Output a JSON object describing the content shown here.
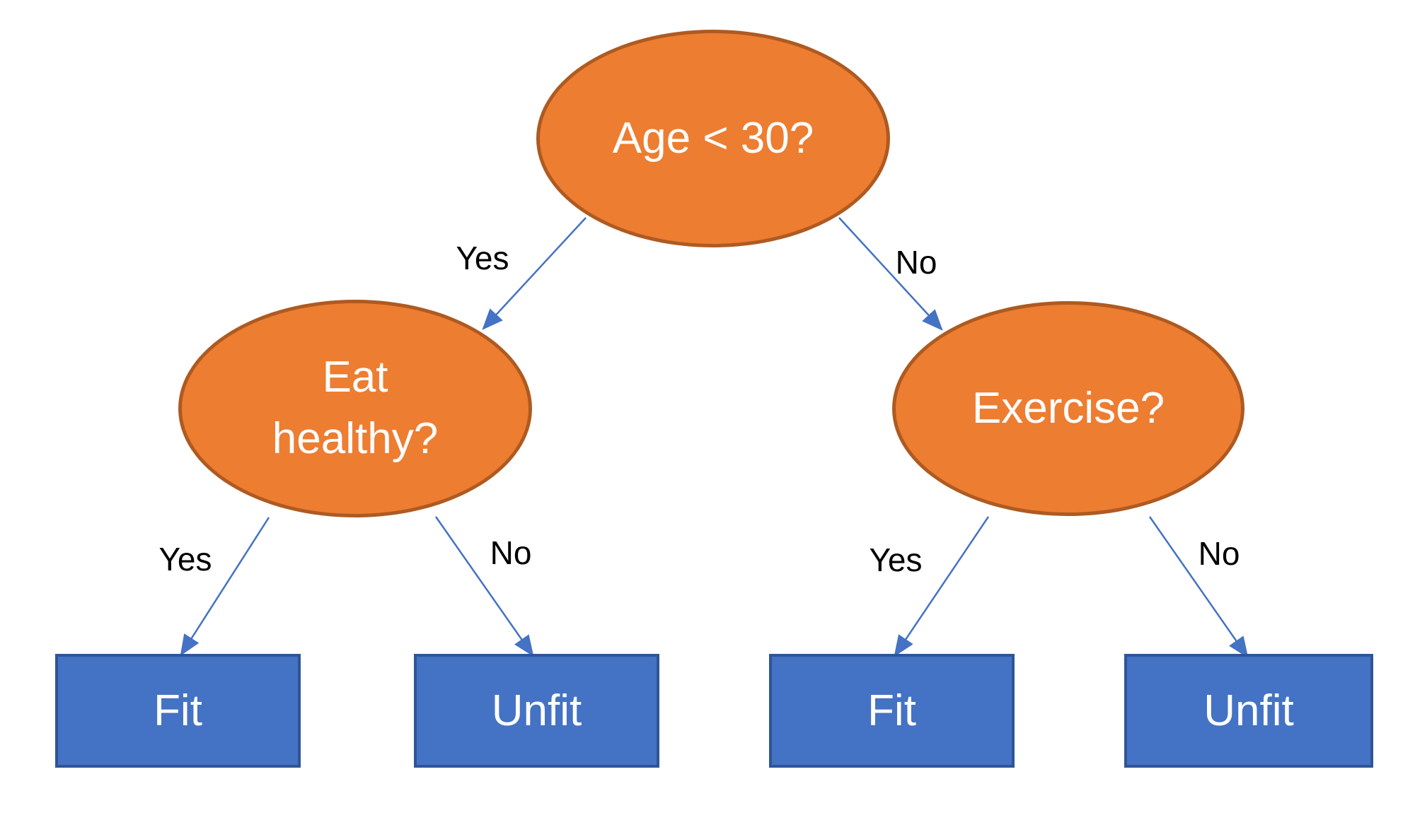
{
  "diagram": {
    "type": "decision-tree",
    "nodes": [
      {
        "id": "root",
        "shape": "ellipse",
        "label": "Age < 30?"
      },
      {
        "id": "eat",
        "shape": "ellipse",
        "label": "Eat healthy?"
      },
      {
        "id": "exercise",
        "shape": "ellipse",
        "label": "Exercise?"
      },
      {
        "id": "fit1",
        "shape": "rect",
        "label": "Fit"
      },
      {
        "id": "unfit1",
        "shape": "rect",
        "label": "Unfit"
      },
      {
        "id": "fit2",
        "shape": "rect",
        "label": "Fit"
      },
      {
        "id": "unfit2",
        "shape": "rect",
        "label": "Unfit"
      }
    ],
    "edges": [
      {
        "from": "root",
        "to": "eat",
        "label": "Yes"
      },
      {
        "from": "root",
        "to": "exercise",
        "label": "No"
      },
      {
        "from": "eat",
        "to": "fit1",
        "label": "Yes"
      },
      {
        "from": "eat",
        "to": "unfit1",
        "label": "No"
      },
      {
        "from": "exercise",
        "to": "fit2",
        "label": "Yes"
      },
      {
        "from": "exercise",
        "to": "unfit2",
        "label": "No"
      }
    ],
    "colors": {
      "decision_fill": "#ED7D31",
      "decision_border": "#AE5A21",
      "leaf_fill": "#4472C4",
      "leaf_border": "#2F5597",
      "edge": "#4472C4",
      "edge_label_text": "#000000",
      "node_text": "#FFFFFF",
      "background": "#FFFFFF"
    }
  }
}
